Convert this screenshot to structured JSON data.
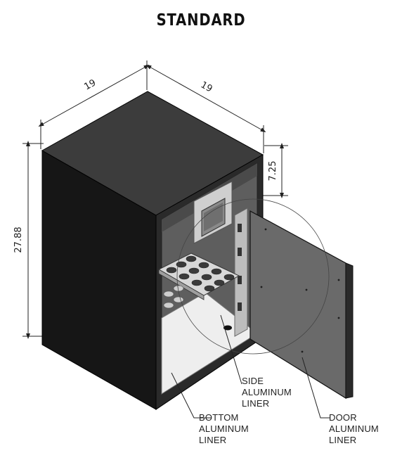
{
  "title": "STANDARD",
  "dimensions": {
    "width_left": "19",
    "width_right": "19",
    "height": "27.88",
    "top_section": "7.25"
  },
  "callouts": {
    "side": [
      "SIDE",
      "ALUMINUM",
      "LINER"
    ],
    "bottom": [
      "BOTTOM",
      "ALUMINUM",
      "LINER"
    ],
    "door": [
      "DOOR",
      "ALUMINUM",
      "LINER"
    ]
  },
  "colors": {
    "cabinet_top": "#3c3c3c",
    "cabinet_side": "#161616",
    "interior": "#595959",
    "liner": "#eeeeee",
    "door": "#6a6a6a"
  }
}
